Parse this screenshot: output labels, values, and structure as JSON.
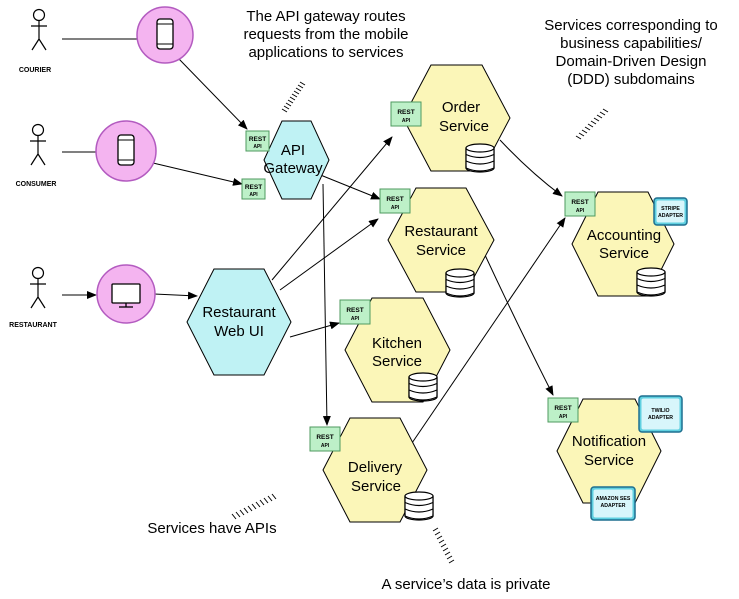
{
  "actors": {
    "courier": "COURIER",
    "consumer": "CONSUMER",
    "restaurant": "RESTAURANT"
  },
  "gateway": {
    "line1": "API",
    "line2": "Gateway"
  },
  "web_ui": {
    "line1": "Restaurant",
    "line2": "Web UI"
  },
  "services": {
    "order": {
      "line1": "Order",
      "line2": "Service"
    },
    "restaurant": {
      "line1": "Restaurant",
      "line2": "Service"
    },
    "kitchen": {
      "line1": "Kitchen",
      "line2": "Service"
    },
    "delivery": {
      "line1": "Delivery",
      "line2": "Service"
    },
    "accounting": {
      "line1": "Accounting",
      "line2": "Service"
    },
    "notification": {
      "line1": "Notification",
      "line2": "Service"
    }
  },
  "rest_api": {
    "line1": "REST",
    "line2": "API"
  },
  "adapters": {
    "stripe": {
      "line1": "STRIPE",
      "line2": "ADAPTER"
    },
    "twilio": {
      "line1": "TWILIO",
      "line2": "ADAPTER"
    },
    "amazon_ses": {
      "line1": "AMAZON SES",
      "line2": "ADAPTER"
    }
  },
  "annotations": {
    "gateway_note": [
      "The API gateway routes",
      "requests from the mobile",
      "applications to services"
    ],
    "ddd_note": [
      "Services corresponding to",
      "business capabilities/",
      "Domain-Driven Design",
      "(DDD) subdomains"
    ],
    "apis_note": "Services have APIs",
    "data_note": "A service’s data is private"
  },
  "colors": {
    "service_fill": "#fbf6b8",
    "gateway_fill": "#bff2f4",
    "device_fill": "#f4b4f0",
    "device_stroke": "#b35bc0",
    "rest_fill": "#bdf0c8",
    "adapter_fill": "#5fd0e0"
  },
  "icons": {
    "courier_device": "mobile-phone-icon",
    "consumer_device": "mobile-phone-icon",
    "restaurant_device": "desktop-monitor-icon",
    "datastore": "database-icon"
  }
}
